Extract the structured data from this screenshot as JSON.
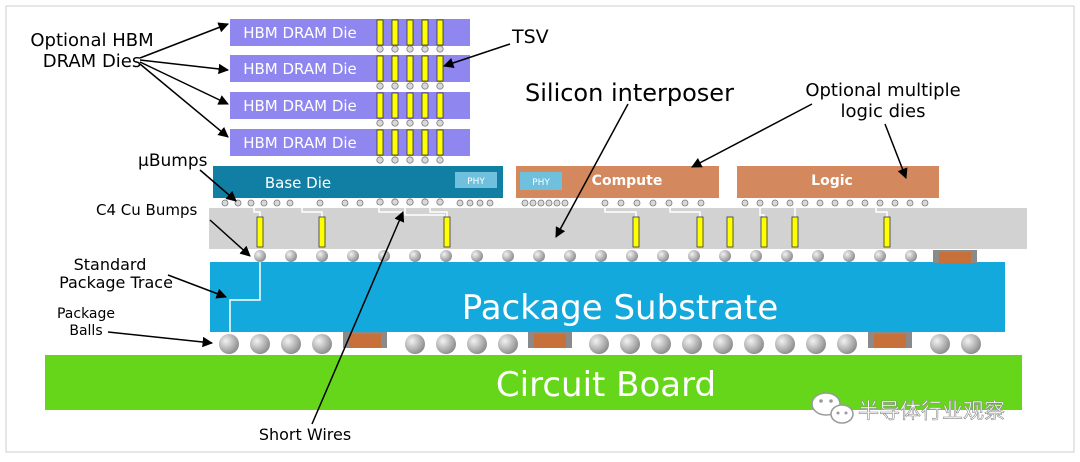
{
  "labels": {
    "hbm_die": "HBM DRAM Die",
    "tsv": "TSV",
    "optional_hbm": [
      "Optional HBM",
      "DRAM Dies"
    ],
    "silicon_interposer": "Silicon interposer",
    "optional_logic": [
      "Optional multiple",
      "logic dies"
    ],
    "ubumps": "μBumps",
    "c4_bumps": "C4 Cu Bumps",
    "standard_trace": [
      "Standard",
      "Package Trace"
    ],
    "package_balls": [
      "Package",
      "Balls"
    ],
    "base_die": "Base Die",
    "phy": "PHY",
    "compute": "Compute",
    "logic": "Logic",
    "package_substrate": "Package Substrate",
    "circuit_board": "Circuit Board",
    "short_wires": "Short Wires",
    "watermark": "半导体行业观察"
  },
  "colors": {
    "hbm_die": "#8f86f0",
    "base_die": "#117ea3",
    "phy": "#6fc0dc",
    "logic_die": "#d4885d",
    "interposer": "#d2d2d2",
    "substrate": "#14a9dc",
    "board": "#66d61a",
    "tsv": "#ffff00",
    "ball": "#b4b4b4",
    "cap": "#c8703a"
  }
}
